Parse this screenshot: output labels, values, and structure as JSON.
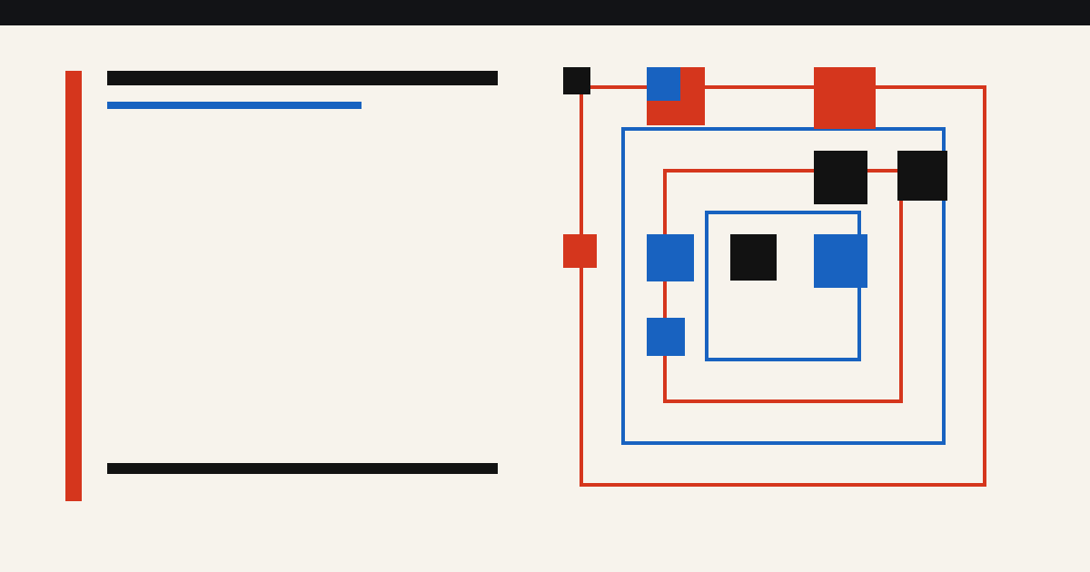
{
  "colors": {
    "background": "#f7f3ec",
    "top_bar": "#121316",
    "red": "#d5361d",
    "blue": "#1862c0",
    "black": "#121212"
  },
  "composition": {
    "left_column": {
      "accent_bar": "red",
      "top_rule": "black",
      "accent_rule": "blue",
      "bottom_rule": "black"
    },
    "nested_frames": [
      "red",
      "blue",
      "red",
      "blue"
    ],
    "blocks": [
      "black",
      "red",
      "blue",
      "red",
      "black",
      "black",
      "red",
      "blue",
      "black",
      "blue",
      "blue"
    ]
  }
}
